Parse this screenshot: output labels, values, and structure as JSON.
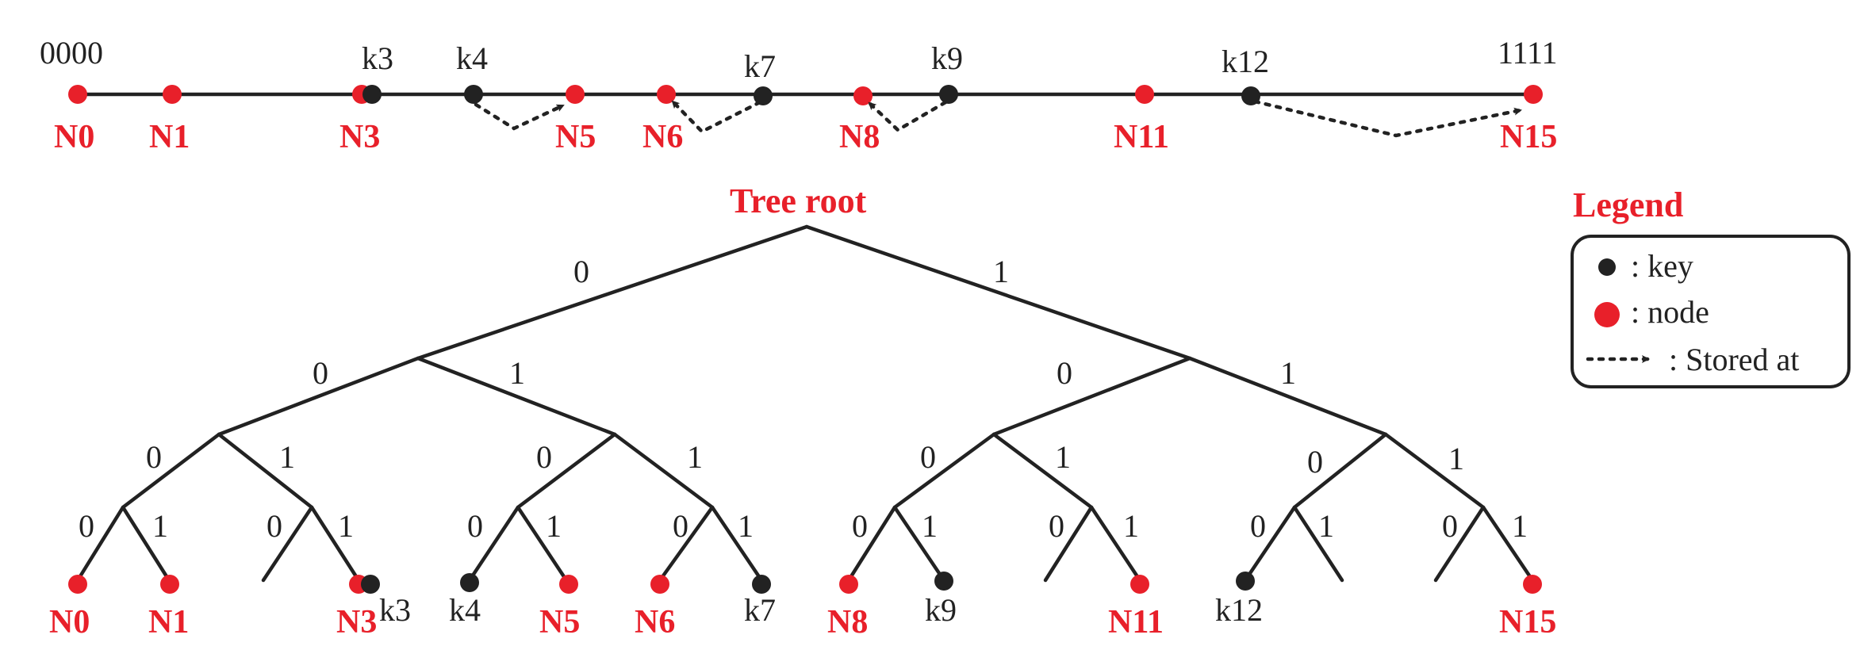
{
  "ring": {
    "start_label": "0000",
    "end_label": "1111",
    "keys": [
      "k3",
      "k4",
      "k7",
      "k9",
      "k12"
    ],
    "nodes": [
      "N0",
      "N1",
      "N3",
      "N5",
      "N6",
      "N8",
      "N11",
      "N15"
    ]
  },
  "tree": {
    "root_label": "Tree root",
    "leaf_nodes": [
      "N0",
      "N1",
      "N3",
      "N5",
      "N6",
      "N8",
      "N11",
      "N15"
    ],
    "leaf_keys": [
      "k3",
      "k4",
      "k7",
      "k9",
      "k12"
    ],
    "bit0": "0",
    "bit1": "1"
  },
  "legend": {
    "title": "Legend",
    "key_label": ": key",
    "node_label": ": node",
    "stored_label": ": Stored at"
  },
  "colors": {
    "node": "#e8202a",
    "key": "#222222"
  }
}
